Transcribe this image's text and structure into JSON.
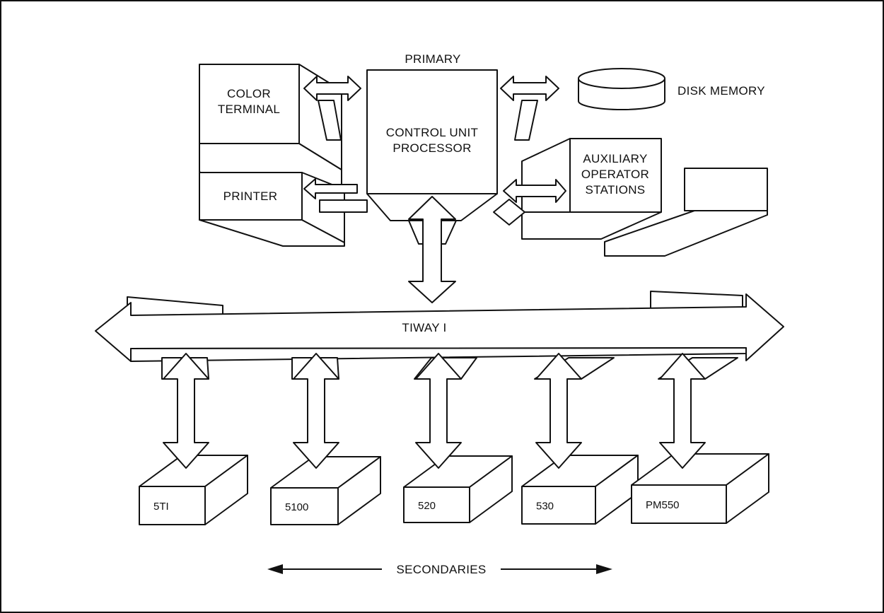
{
  "labels": {
    "primary": "PRIMARY",
    "color_terminal_1": "COLOR",
    "color_terminal_2": "TERMINAL",
    "control_unit_1": "CONTROL UNIT",
    "control_unit_2": "PROCESSOR",
    "disk_memory": "DISK MEMORY",
    "printer": "PRINTER",
    "aux_1": "AUXILIARY",
    "aux_2": "OPERATOR",
    "aux_3": "STATIONS",
    "bus": "TIWAY I",
    "secondaries": "SECONDARIES"
  },
  "secondaries": [
    {
      "label": "5TI"
    },
    {
      "label": "5100"
    },
    {
      "label": "520"
    },
    {
      "label": "530"
    },
    {
      "label": "PM550"
    }
  ]
}
